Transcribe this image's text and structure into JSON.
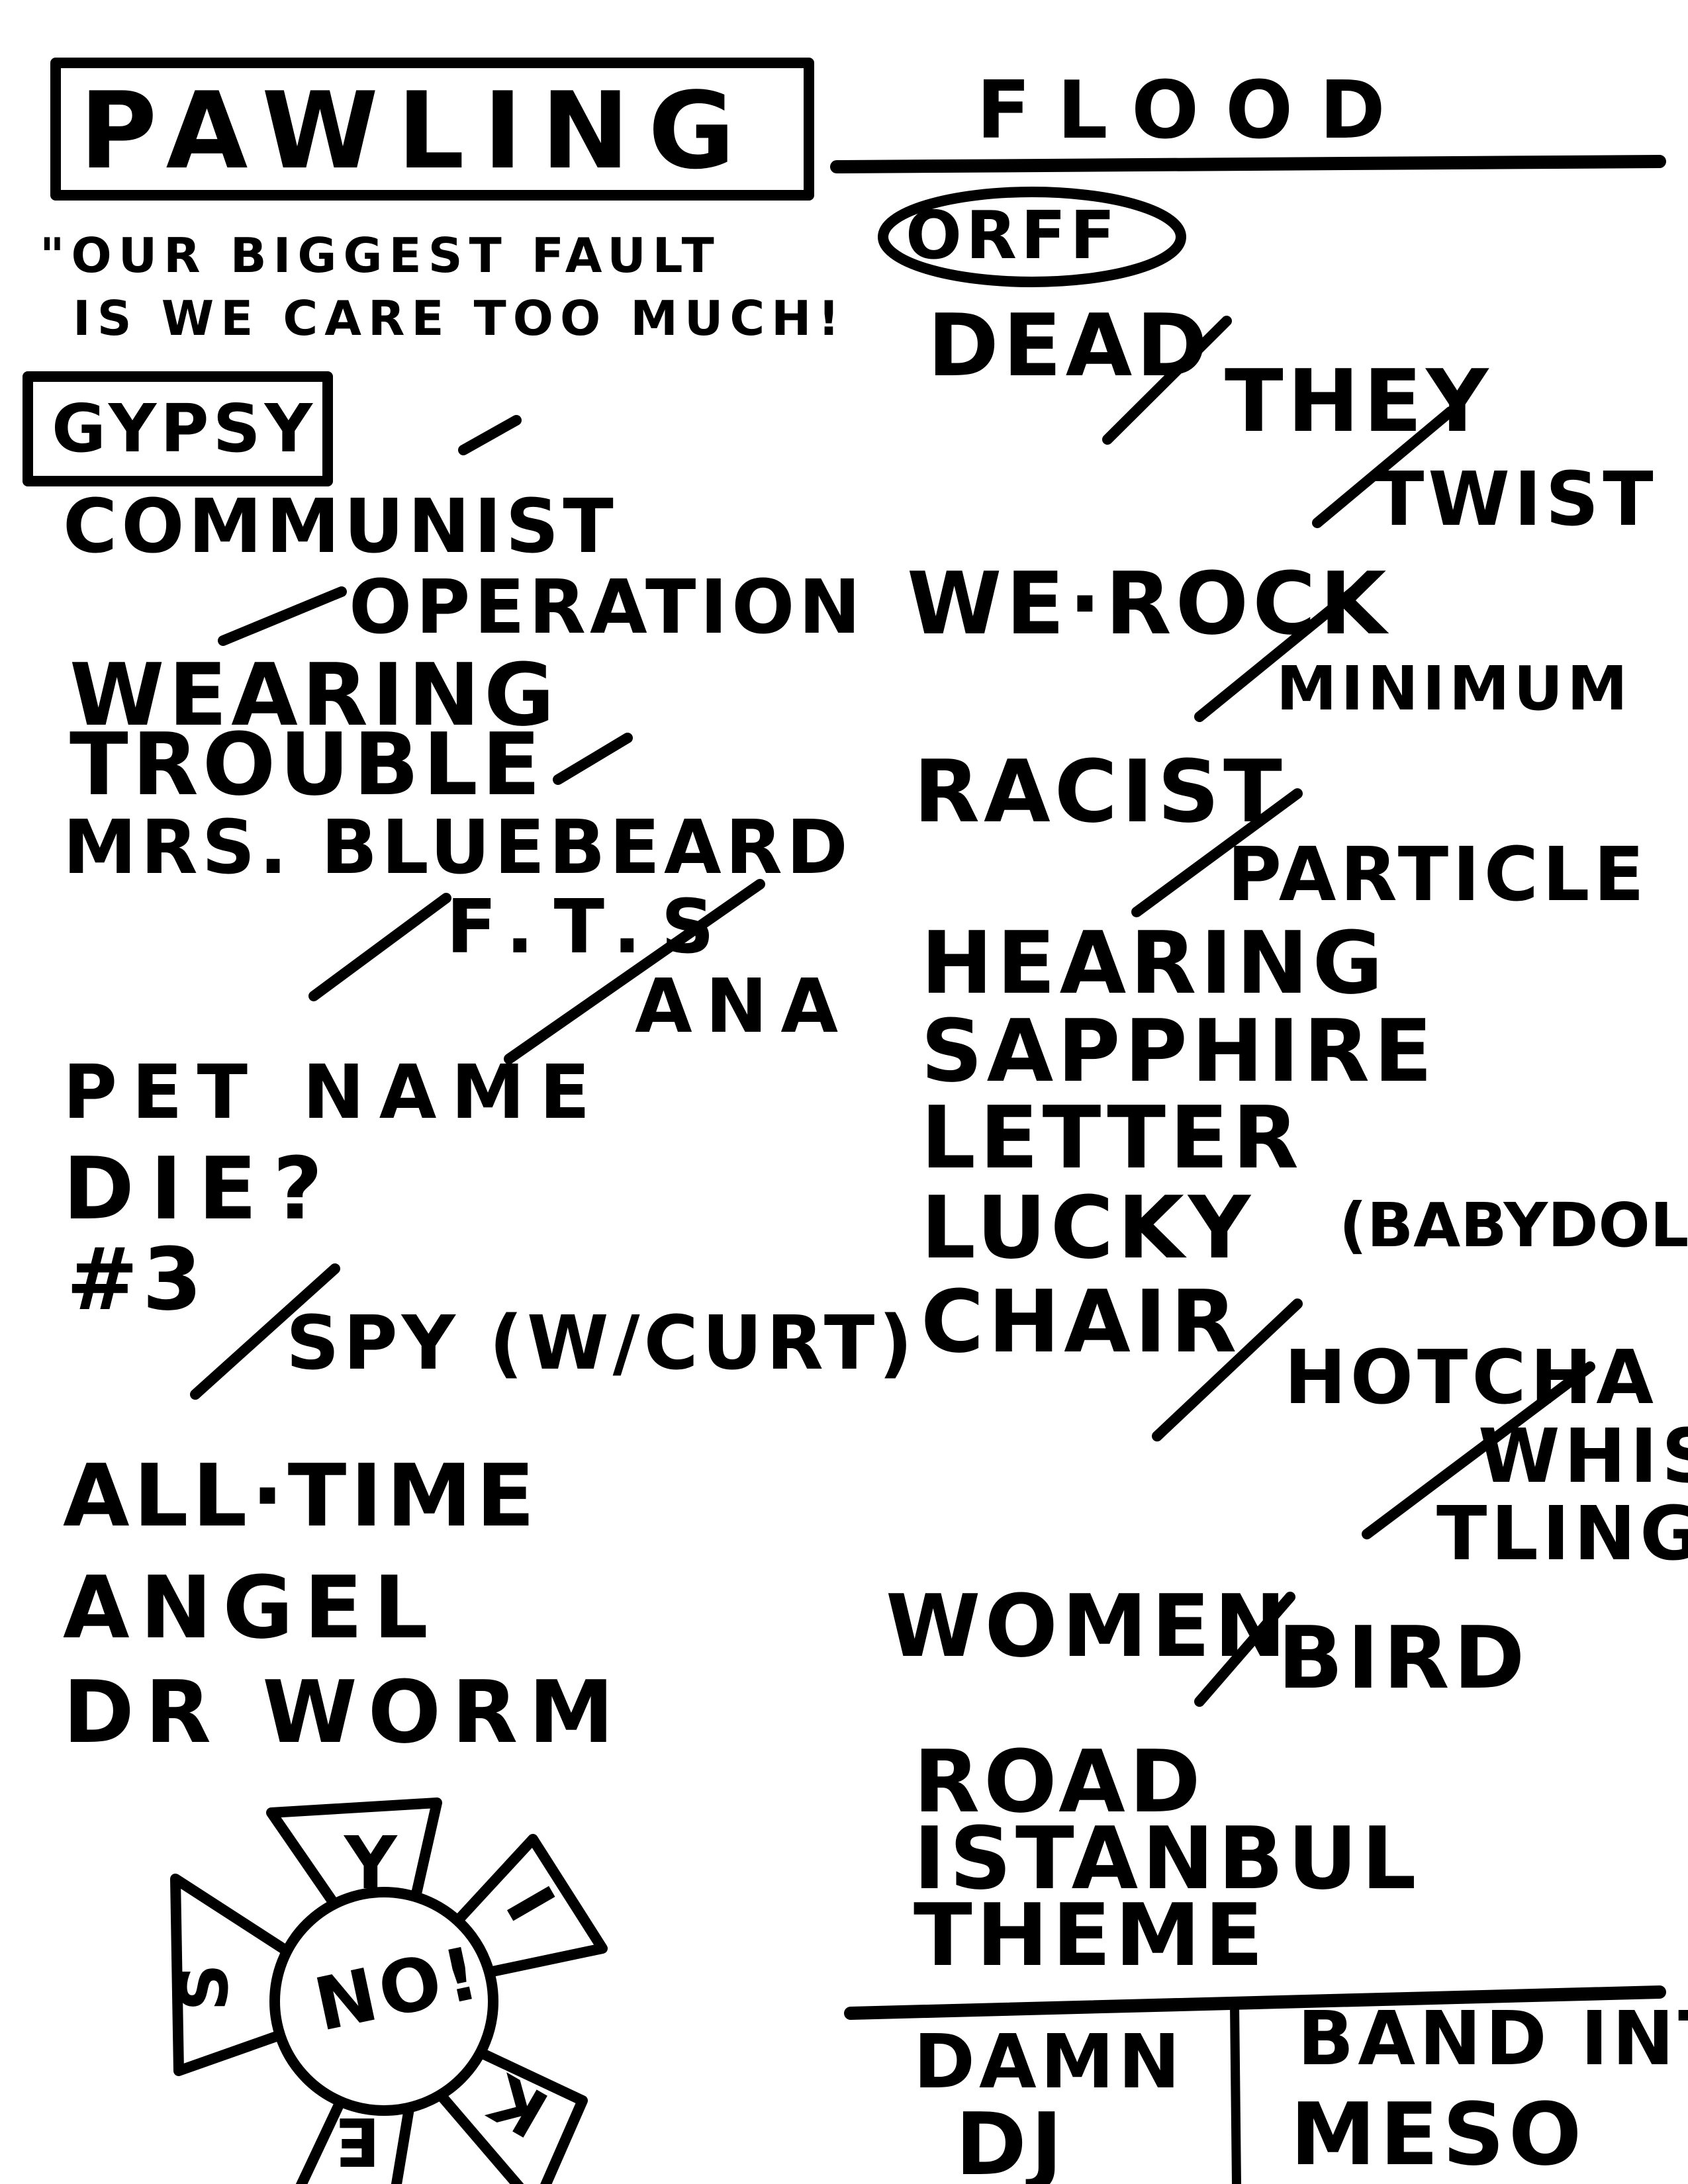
{
  "header": {
    "band_left": "PAWLING",
    "band_right": "FLOOD",
    "quote_line1": "\"OUR BIGGEST FAULT",
    "quote_line2": "IS WE CARE TOO MUCH!"
  },
  "left_set": {
    "label": "GYPSY",
    "songs": [
      "COMMUNIST",
      "OPERATION",
      "WEARING",
      "TROUBLE",
      "MRS. BLUEBEARD",
      "F.T.S",
      "ANA",
      "PET NAME",
      "DIE?",
      "#3",
      "SPY (W/CURT)",
      "ALL·TIME",
      "ANGEL",
      "DR WORM"
    ]
  },
  "right_set": {
    "label": "ORFF",
    "songs": [
      "DEAD",
      "THEY",
      "TWIST",
      "WE·ROCK",
      "MINIMUM",
      "RACIST",
      "PARTICLE",
      "HEARING",
      "SAPPHIRE",
      "LETTER",
      "LUCKY",
      "(BABYDOLL",
      "CHAIR",
      "HOTCHA",
      "WHIS",
      "TLING",
      "WOMEN",
      "BIRD",
      "ROAD",
      "ISTANBUL",
      "THEME"
    ]
  },
  "footer": {
    "left_lines": [
      "DAMN",
      "DJ"
    ],
    "right_lines": [
      "BAND INTER",
      "MESO"
    ]
  },
  "drawing": {
    "center": "NO!",
    "petals": [
      "Y",
      "I",
      "K",
      "E",
      "S"
    ]
  }
}
